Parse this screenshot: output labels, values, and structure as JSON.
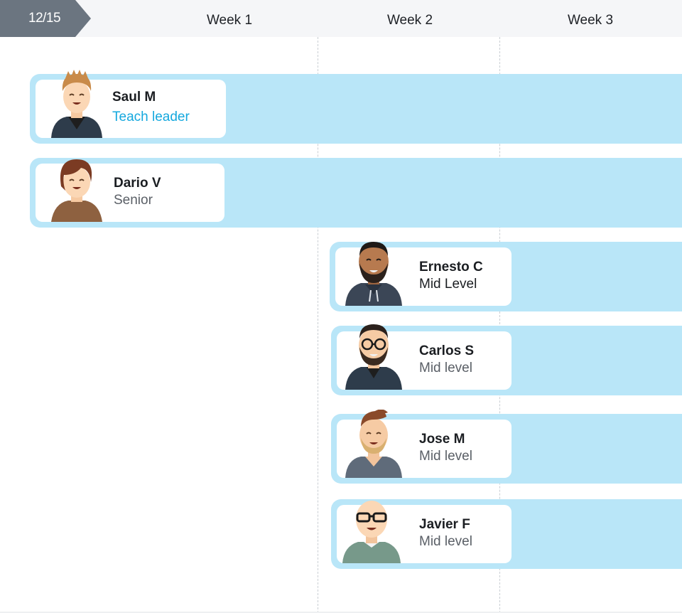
{
  "header": {
    "date": "12/15",
    "weeks": [
      "Week 1",
      "Week 2",
      "Week 3"
    ]
  },
  "people": [
    {
      "name": "Saul M",
      "role": "Teach leader",
      "avatar_icon": "avatar-blond-man-dark-jacket-icon"
    },
    {
      "name": "Dario V",
      "role": "Senior",
      "avatar_icon": "avatar-brown-hair-brown-sweater-icon"
    },
    {
      "name": "Ernesto C",
      "role": "Mid Level",
      "avatar_icon": "avatar-bearded-man-hoodie-icon"
    },
    {
      "name": "Carlos S",
      "role": "Mid level",
      "avatar_icon": "avatar-bearded-glasses-man-icon"
    },
    {
      "name": "Jose M",
      "role": "Mid level",
      "avatar_icon": "avatar-ginger-beard-man-icon"
    },
    {
      "name": "Javier F",
      "role": "Mid level",
      "avatar_icon": "avatar-bald-glasses-man-icon"
    }
  ],
  "colors": {
    "bar": "#b9e6f8",
    "accent_role": "#14a8de",
    "date_tab": "#6b7580"
  }
}
